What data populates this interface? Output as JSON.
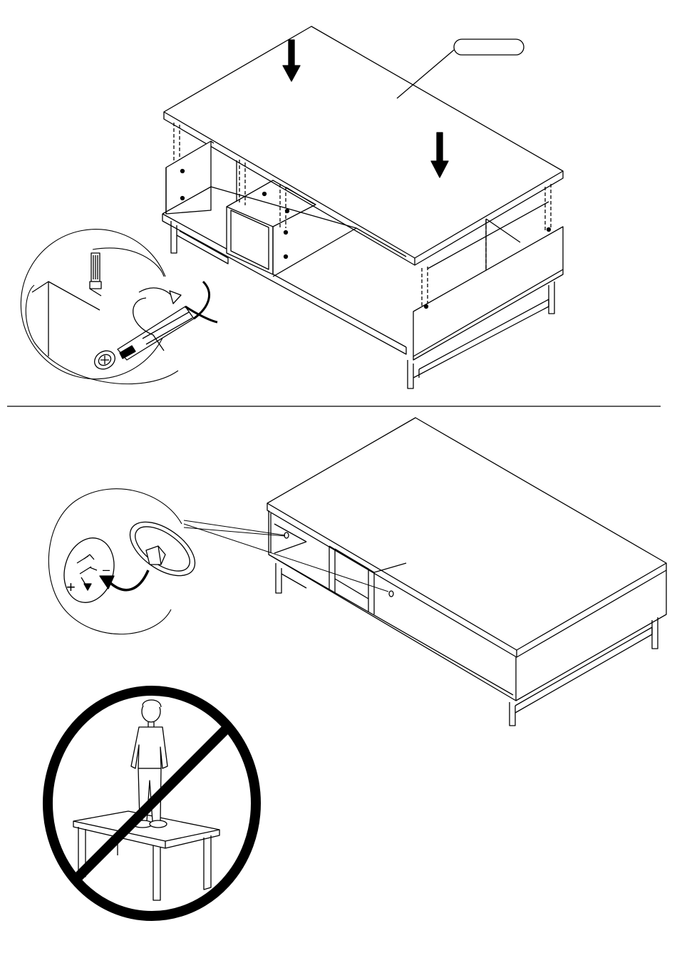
{
  "document": {
    "type": "assembly-instructions-page",
    "steps": [
      {
        "id": "step-top-panel",
        "description_visible": false,
        "part_callout_label": "",
        "icons": [
          "down-arrow-icon",
          "down-arrow-icon",
          "screwdriver-icon",
          "cam-lock-icon",
          "rotate-arrow-icon"
        ]
      },
      {
        "id": "step-cam-cover-caps",
        "description_visible": false,
        "icons": [
          "cam-lock-icon",
          "cover-cap-icon",
          "curved-arrow-icon"
        ],
        "symbols": {
          "plus": "+",
          "minus": "–"
        }
      }
    ],
    "warning": {
      "icon": "prohibition-icon",
      "meaning": "do-not-stand-on-furniture-icon"
    },
    "colors": {
      "ink": "#000000",
      "paper": "#ffffff"
    }
  }
}
